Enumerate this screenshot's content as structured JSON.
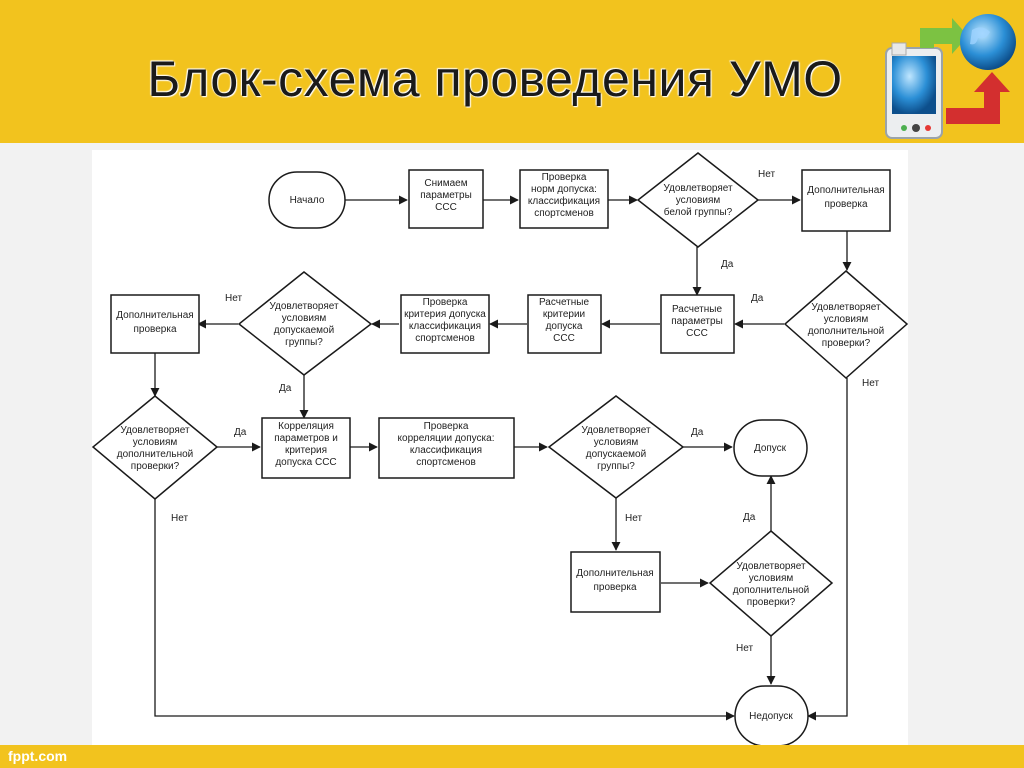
{
  "slide": {
    "title": "Блок-схема проведения УМО",
    "footer": "fppt.com",
    "colors": {
      "band": "#f2c31e",
      "background": "#f2f2f2",
      "box_fill": "#ffffff",
      "stroke": "#1a1a1a"
    },
    "logo_icon": "globe-transfer-icon"
  },
  "diagram": {
    "nodes": {
      "start": "Начало",
      "measure": [
        "Снимаем",
        "параметры",
        "ССС"
      ],
      "check_norm": [
        "Проверка",
        "норм допуска:",
        "классификация",
        "спортсменов"
      ],
      "q_white": [
        "Удовлетворяет",
        "условиям",
        "белой группы?"
      ],
      "extra1": [
        "Дополнительная",
        "проверка"
      ],
      "q_extra1": [
        "Удовлетворяет",
        "условиям",
        "дополнительной",
        "проверки?"
      ],
      "calc_params": [
        "Расчетные",
        "параметры",
        "ССС"
      ],
      "calc_criteria": [
        "Расчетные",
        "критерии",
        "допуска",
        "ССС"
      ],
      "check_criteria": [
        "Проверка",
        "критерия допуска",
        "классификация",
        "спортсменов"
      ],
      "q_allowed1": [
        "Удовлетворяет",
        "условиям",
        "допускаемой",
        "группы?"
      ],
      "extra2": [
        "Дополнительная",
        "проверка"
      ],
      "q_extra2": [
        "Удовлетворяет",
        "условиям",
        "дополнительной",
        "проверки?"
      ],
      "correlation": [
        "Корреляция",
        "параметров и",
        "критерия",
        "допуска ССС"
      ],
      "check_corr": [
        "Проверка",
        "корреляции допуска:",
        "классификация",
        "спортсменов"
      ],
      "q_allowed2": [
        "Удовлетворяет",
        "условиям",
        "допускаемой",
        "группы?"
      ],
      "admit": "Допуск",
      "extra3": [
        "Дополнительная",
        "проверка"
      ],
      "q_extra3": [
        "Удовлетворяет",
        "условиям",
        "дополнительной",
        "проверки?"
      ],
      "reject": "Недопуск"
    },
    "labels": {
      "no_white": "Нет",
      "yes_white": "Да",
      "yes_extra1": "Да",
      "no_extra1": "Нет",
      "no_allowed1": "Нет",
      "yes_allowed1": "Да",
      "yes_extra2": "Да",
      "no_extra2": "Нет",
      "yes_allowed2": "Да",
      "no_allowed2": "Нет",
      "yes_extra3": "Да",
      "no_extra3": "Нет"
    }
  }
}
